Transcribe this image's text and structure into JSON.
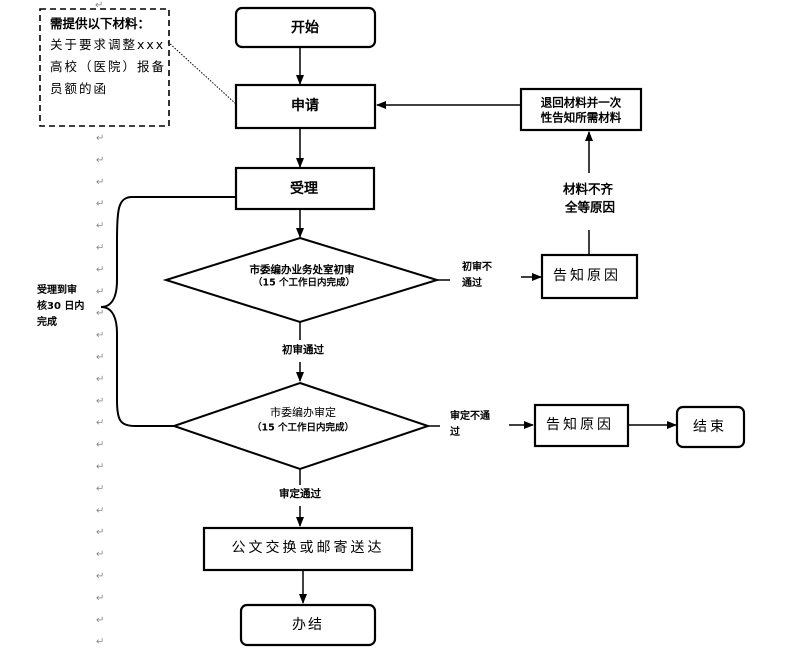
{
  "diagram": {
    "type": "flowchart",
    "note": {
      "title": "需提供以下材料：",
      "lines": [
        "关于要求调整xxx",
        "高校（医院）报备",
        "员额的函"
      ]
    },
    "nodes": {
      "start": "开始",
      "apply": "申请",
      "return_materials": [
        "退回材料并一次",
        "性告知所需材料"
      ],
      "accept": "受理",
      "first_review": [
        "市委编办业务处室初审",
        "（15 个工作日内完成）"
      ],
      "notify_reason_1": "告知原因",
      "final_review": [
        "市委编办审定",
        "（15 个工作日内完成）"
      ],
      "notify_reason_2": "告知原因",
      "end": "结束",
      "dispatch": "公文交换或邮寄送达",
      "complete": "办结"
    },
    "edge_labels": {
      "incomplete_materials": [
        "材料不齐",
        "全等原因"
      ],
      "first_fail": [
        "初审不",
        "通过"
      ],
      "first_pass": "初审通过",
      "final_fail": [
        "审定不通",
        "过"
      ],
      "final_pass": "审定通过"
    },
    "brace_label": [
      "受理到审",
      "核30 日内",
      "完成"
    ],
    "paragraph_mark": "↵"
  }
}
